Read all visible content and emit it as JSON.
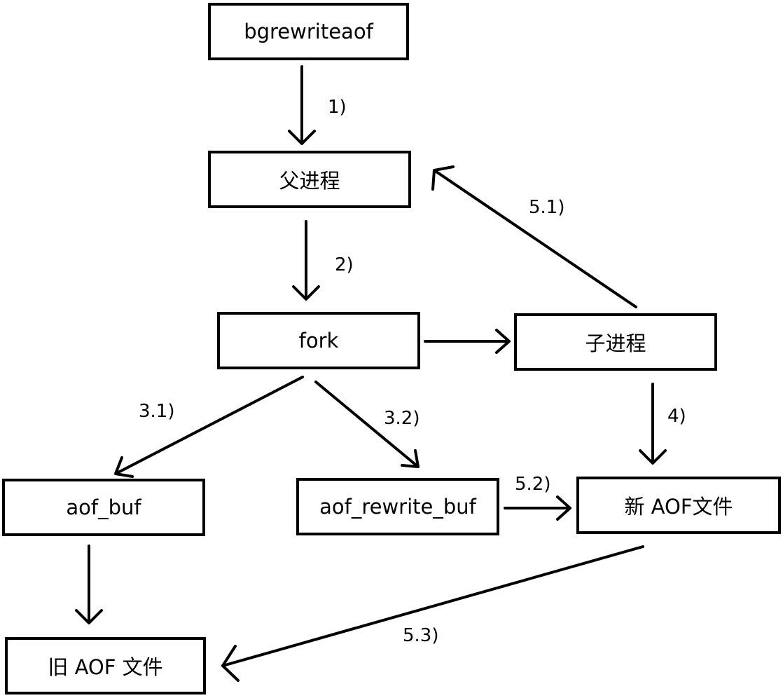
{
  "colors": {
    "stroke": "#000000",
    "background": "#ffffff"
  },
  "nodes": {
    "bgrewriteaof": "bgrewriteaof",
    "parent": "父进程",
    "fork": "fork",
    "child": "子进程",
    "aof_buf": "aof_buf",
    "aof_rewrite_buf": "aof_rewrite_buf",
    "new_aof": "新 AOF文件",
    "old_aof": "旧 AOF 文件"
  },
  "edges": [
    {
      "from": "bgrewriteaof",
      "to": "parent",
      "label": "1)"
    },
    {
      "from": "parent",
      "to": "fork",
      "label": "2)"
    },
    {
      "from": "fork",
      "to": "child",
      "label": ""
    },
    {
      "from": "fork",
      "to": "aof_buf",
      "label": "3.1)"
    },
    {
      "from": "fork",
      "to": "aof_rewrite_buf",
      "label": "3.2)"
    },
    {
      "from": "child",
      "to": "new_aof",
      "label": "4)"
    },
    {
      "from": "child",
      "to": "parent",
      "label": "5.1)"
    },
    {
      "from": "aof_rewrite_buf",
      "to": "new_aof",
      "label": "5.2)"
    },
    {
      "from": "new_aof",
      "to": "old_aof",
      "label": "5.3)"
    },
    {
      "from": "aof_buf",
      "to": "old_aof",
      "label": ""
    }
  ]
}
